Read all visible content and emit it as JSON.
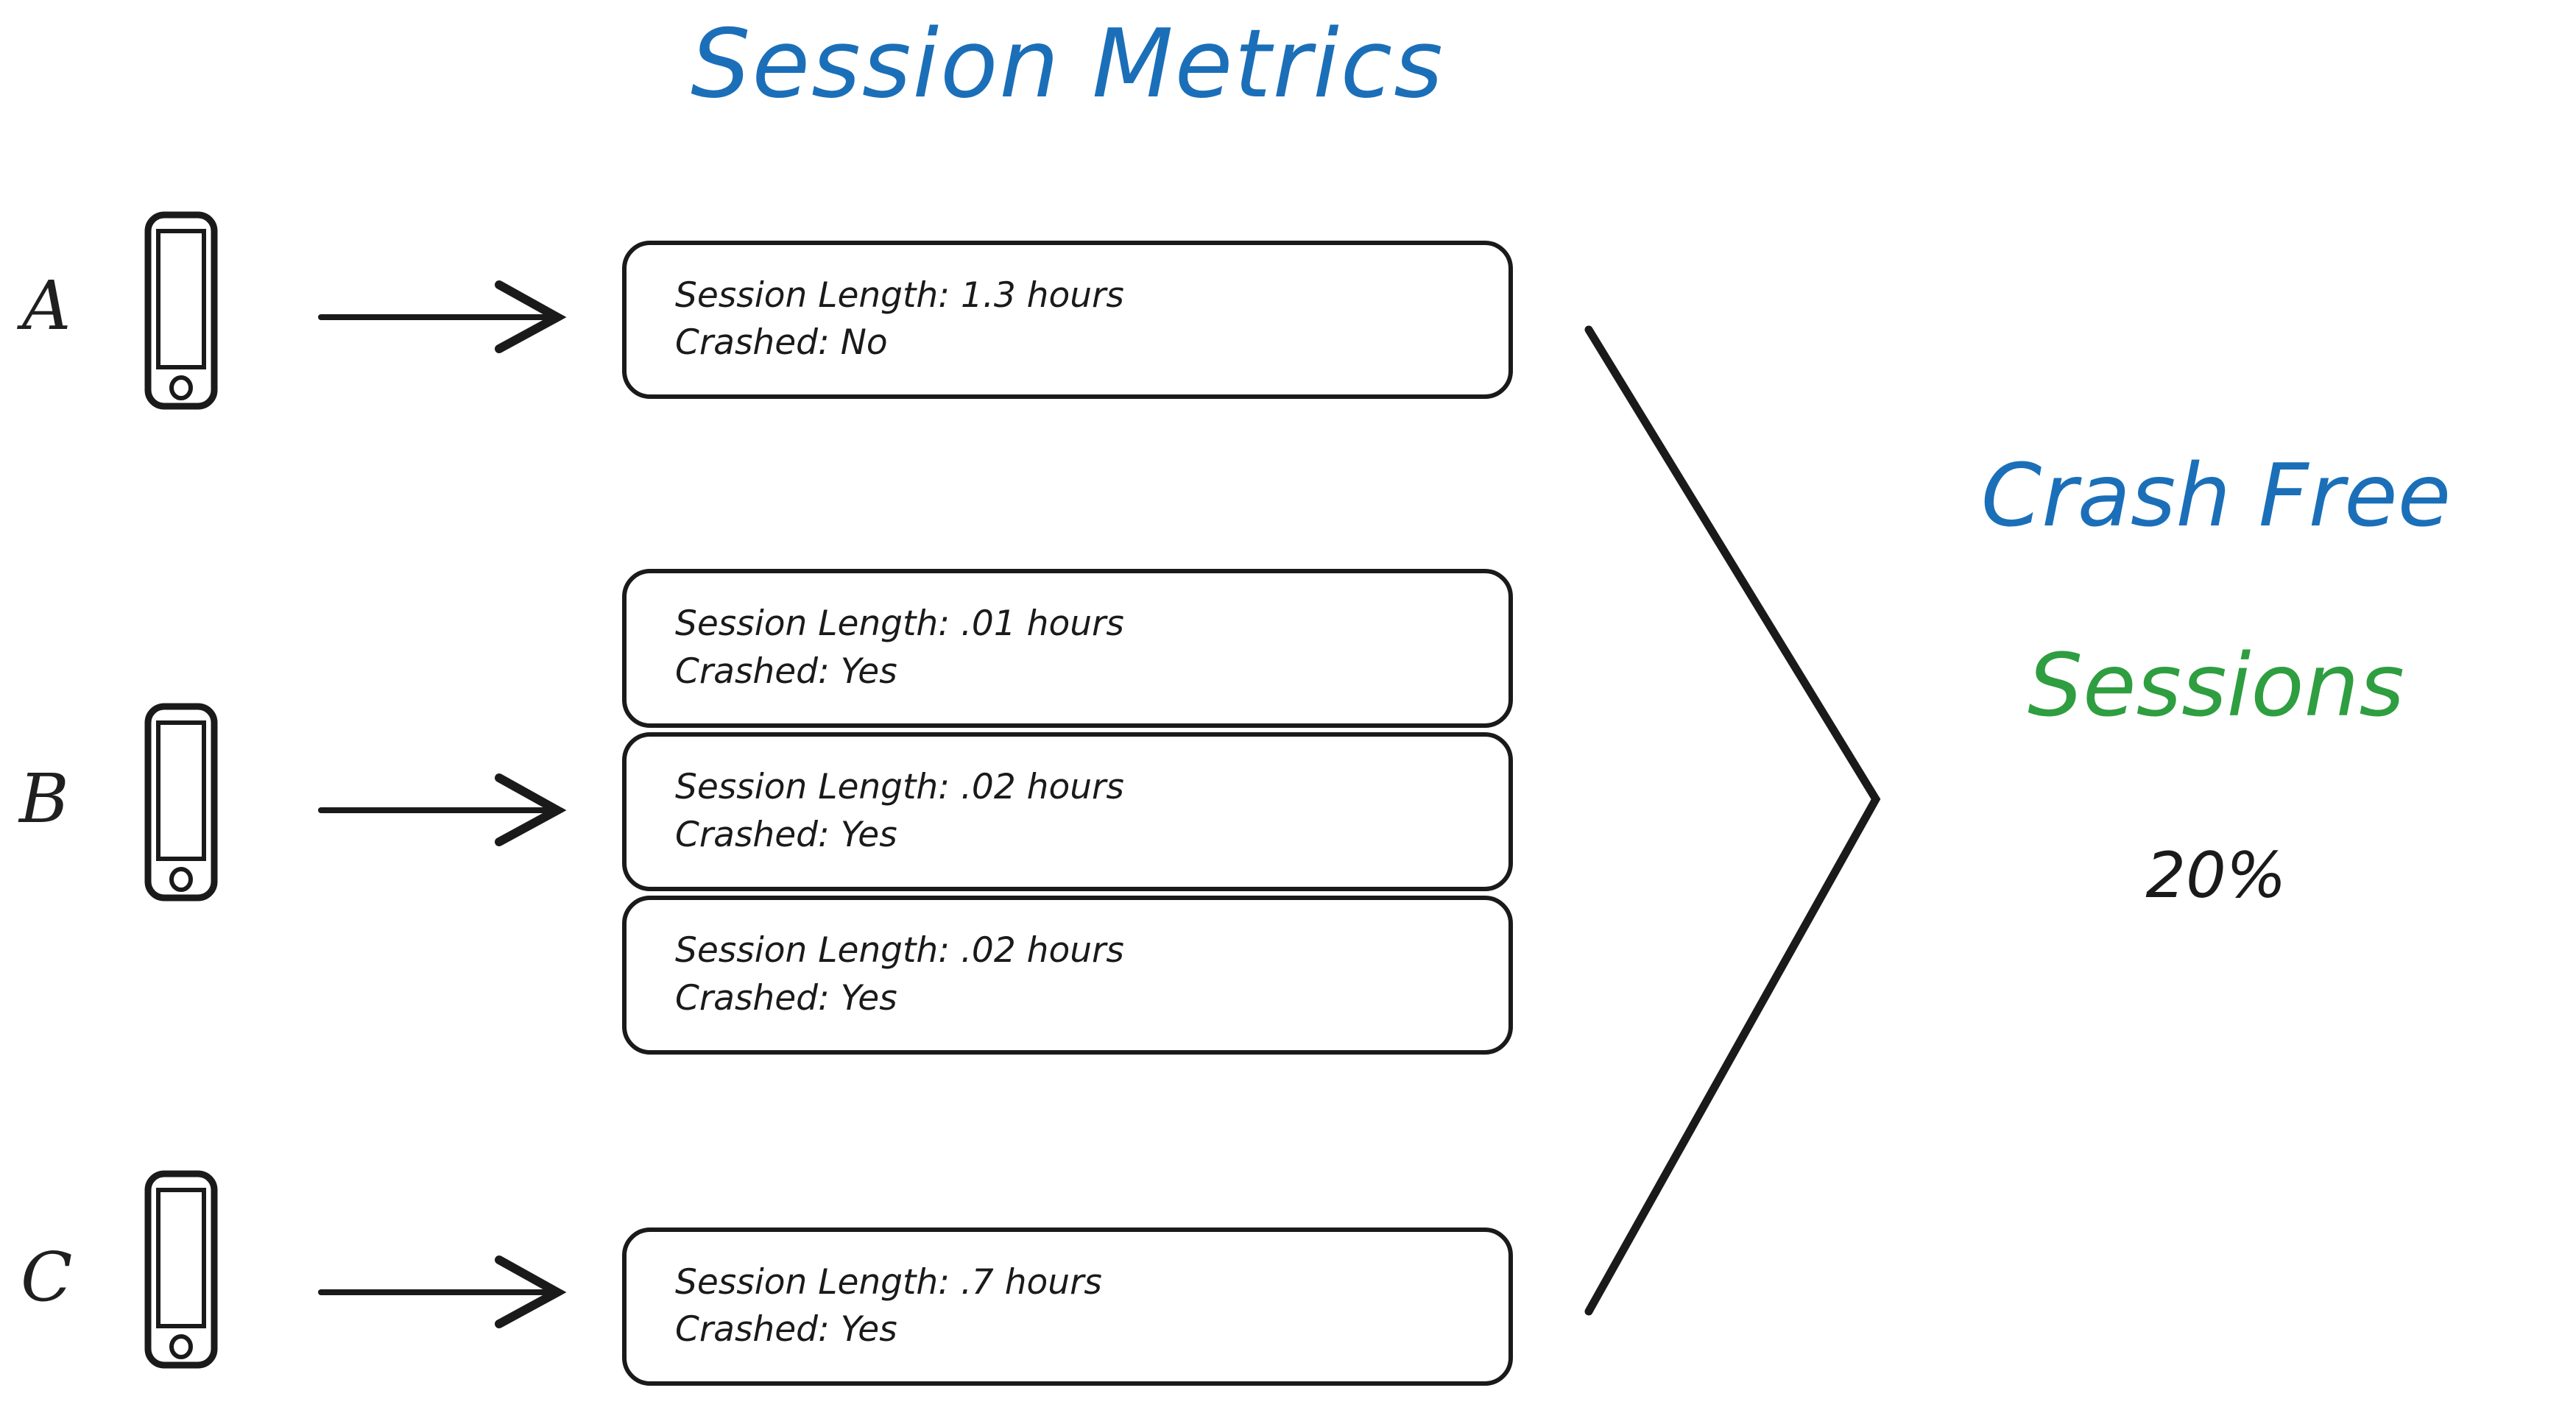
{
  "title": "Session Metrics",
  "colors": {
    "title_blue": "#1b6fb8",
    "accent_green": "#2e9e40",
    "ink": "#1a1a1a",
    "background": "#ffffff"
  },
  "groups": [
    {
      "letter": "A",
      "device_icon": "smartphone-icon",
      "arrow_icon": "arrow-right-icon",
      "sessions": [
        {
          "length_line": "Session Length: 1.3 hours",
          "crashed_line": "Crashed: No",
          "length_value": "1.3",
          "length_unit": "hours",
          "crashed": "No"
        }
      ]
    },
    {
      "letter": "B",
      "device_icon": "smartphone-icon",
      "arrow_icon": "arrow-right-icon",
      "sessions": [
        {
          "length_line": "Session Length: .01 hours",
          "crashed_line": "Crashed: Yes",
          "length_value": ".01",
          "length_unit": "hours",
          "crashed": "Yes"
        },
        {
          "length_line": "Session Length: .02 hours",
          "crashed_line": "Crashed: Yes",
          "length_value": ".02",
          "length_unit": "hours",
          "crashed": "Yes"
        },
        {
          "length_line": "Session Length: .02 hours",
          "crashed_line": "Crashed: Yes",
          "length_value": ".02",
          "length_unit": "hours",
          "crashed": "Yes"
        }
      ]
    },
    {
      "letter": "C",
      "device_icon": "smartphone-icon",
      "arrow_icon": "arrow-right-icon",
      "sessions": [
        {
          "length_line": "Session Length: .7 hours",
          "crashed_line": "Crashed: Yes",
          "length_value": ".7",
          "length_unit": "hours",
          "crashed": "Yes"
        }
      ]
    }
  ],
  "result": {
    "bracket_icon": "angle-bracket-right",
    "label_line_1": "Crash Free",
    "label_line_2": "Sessions",
    "value": "20%"
  }
}
